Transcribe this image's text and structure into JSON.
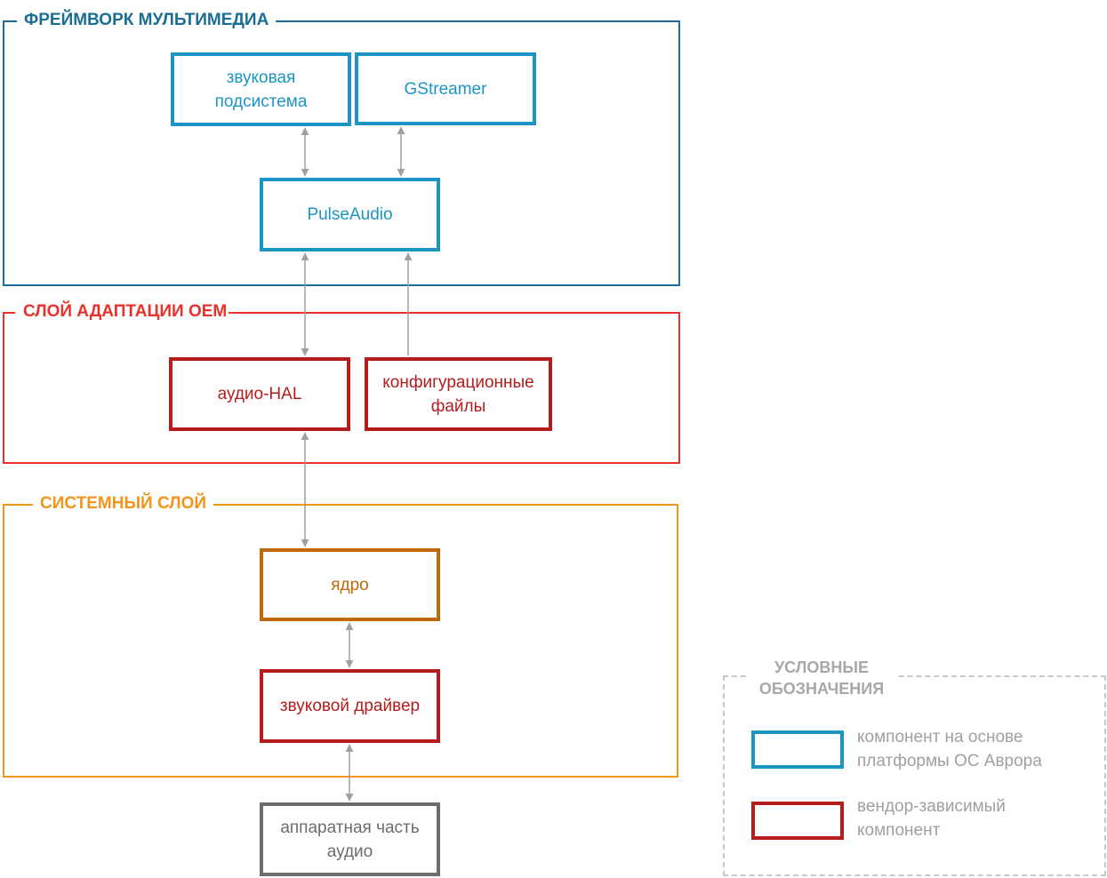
{
  "layers": {
    "framework": {
      "title": "ФРЕЙМВОРК МУЛЬТИМЕДИА",
      "color": "#1a6e94"
    },
    "oem": {
      "title": "СЛОЙ АДАПТАЦИИ OEM",
      "color": "#e8312b"
    },
    "system": {
      "title": "СИСТЕМНЫЙ СЛОЙ",
      "color": "#f3941b"
    }
  },
  "components": {
    "sound_subsystem": {
      "label": "звуковая\nподсистема",
      "kind": "platform"
    },
    "gstreamer": {
      "label": "GStreamer",
      "kind": "platform"
    },
    "pulseaudio": {
      "label": "PulseAudio",
      "kind": "platform"
    },
    "audio_hal": {
      "label": "аудио-HAL",
      "kind": "vendor"
    },
    "config_files": {
      "label": "конфигурационные\nфайлы",
      "kind": "vendor"
    },
    "kernel": {
      "label": "ядро",
      "kind": "kernel"
    },
    "sound_driver": {
      "label": "звуковой драйвер",
      "kind": "vendor"
    },
    "hardware": {
      "label": "аппаратная часть\nаудио",
      "kind": "hardware"
    }
  },
  "connections": [
    {
      "from": "sound_subsystem",
      "to": "pulseaudio",
      "direction": "both"
    },
    {
      "from": "gstreamer",
      "to": "pulseaudio",
      "direction": "both"
    },
    {
      "from": "pulseaudio",
      "to": "audio_hal",
      "direction": "both"
    },
    {
      "from": "config_files",
      "to": "pulseaudio",
      "direction": "to"
    },
    {
      "from": "audio_hal",
      "to": "kernel",
      "direction": "both"
    },
    {
      "from": "kernel",
      "to": "sound_driver",
      "direction": "both"
    },
    {
      "from": "sound_driver",
      "to": "hardware",
      "direction": "both"
    }
  ],
  "legend": {
    "title": "УСЛОВНЫЕ\nОБОЗНАЧЕНИЯ",
    "items": [
      {
        "label": "компонент на основе\nплатформы ОС Аврора",
        "color": "#1b95c5"
      },
      {
        "label": "вендор-зависимый\nкомпонент",
        "color": "#b71c1c"
      }
    ]
  },
  "colors": {
    "platform": "#1b95c5",
    "vendor": "#b71c1c",
    "kernel": "#c0690b",
    "hardware": "#6c6c6c",
    "arrow": "#a0a0a0",
    "legend_text": "#a0a0a0"
  }
}
